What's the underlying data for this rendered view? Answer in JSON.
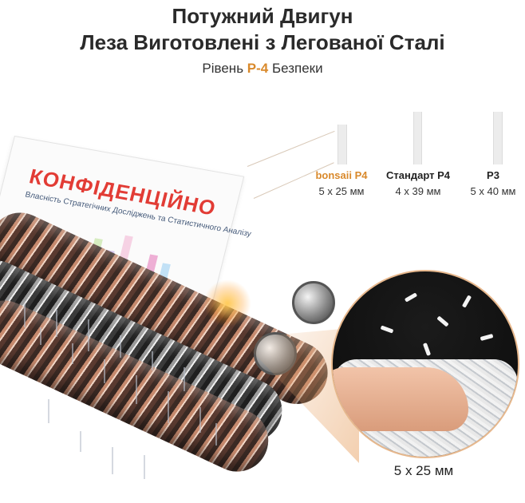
{
  "header": {
    "line1": "Потужний Двигун",
    "line2": "Леза Виготовлені з Легованої Сталі",
    "sub_before": "Рівень ",
    "sub_accent": "P-4",
    "sub_after": " Безпеки"
  },
  "paper": {
    "title": "КОНФІДЕНЦІЙНО",
    "subtitle": "Власність Стратегічних Досліджень та Статистичного Аналізу"
  },
  "comparison": [
    {
      "name": "bonsaii P4",
      "size": "5 x 25 мм"
    },
    {
      "name": "Стандарт P4",
      "size": "4 x 39 мм"
    },
    {
      "name": "P3",
      "size": "5 x 40 мм"
    }
  ],
  "zoom": {
    "caption": "5 x 25 мм"
  },
  "colors": {
    "accent": "#d9892b",
    "title_red": "#e23c35"
  }
}
